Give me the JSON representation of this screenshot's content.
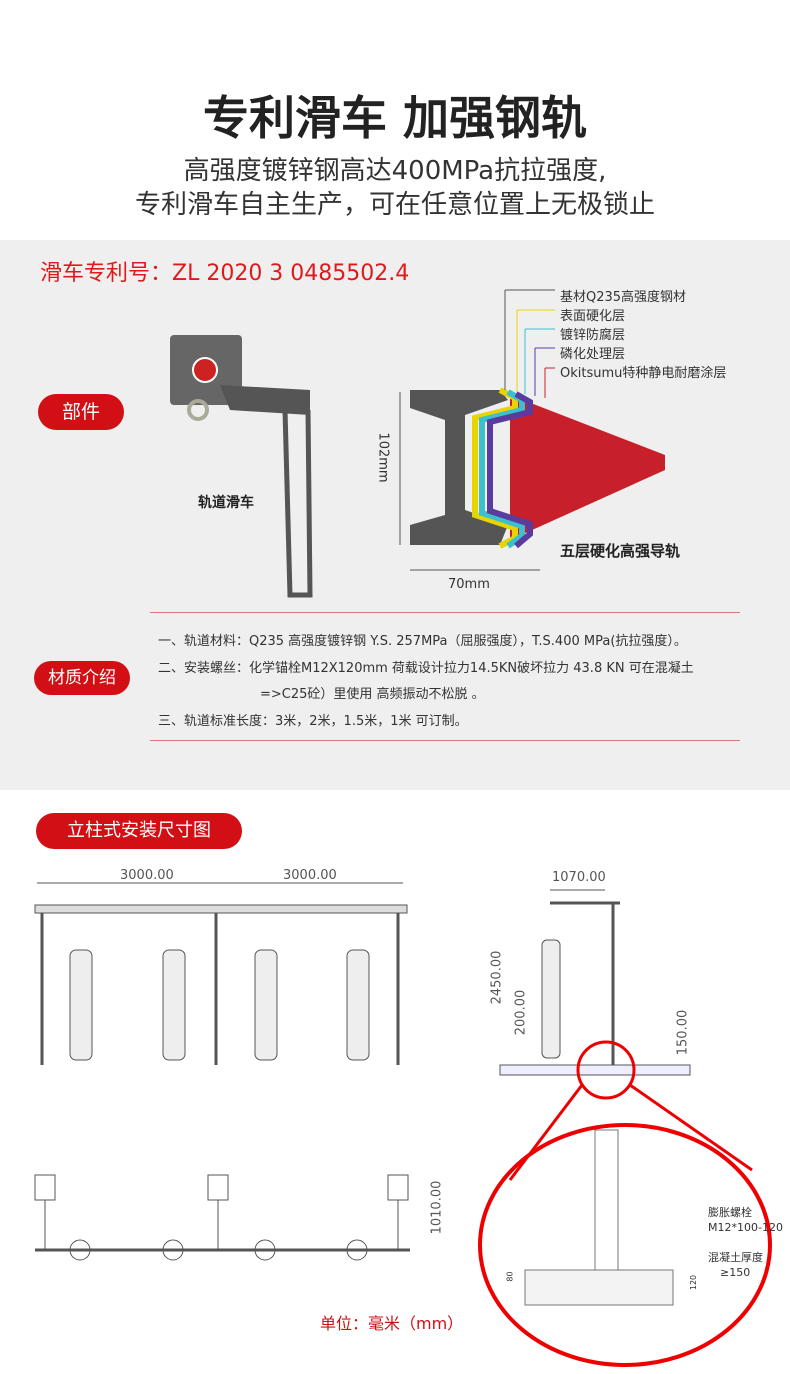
{
  "header": {
    "title": "专利滑车 加强钢轨",
    "subtitle_1": "高强度镀锌钢高达400MPa抗拉强度,",
    "subtitle_2": "专利滑车自主生产，可在任意位置上无极锁止"
  },
  "parts": {
    "patent": "滑车专利号：ZL 2020 3 0485502.4",
    "badge": "部件",
    "trolley_label": "轨道滑车",
    "rail_caption": "五层硬化高强导轨",
    "height_dim": "102mm",
    "width_dim": "70mm",
    "layers": [
      {
        "label": "基材Q235高强度钢材",
        "color": "#555555"
      },
      {
        "label": "表面硬化层",
        "color": "#e8d400"
      },
      {
        "label": "镀锌防腐层",
        "color": "#3cc0d0"
      },
      {
        "label": "磷化处理层",
        "color": "#5a3ca0"
      },
      {
        "label": "Okitsumu特种静电耐磨涂层",
        "color": "#c8202a"
      }
    ]
  },
  "materials": {
    "badge": "材质介绍",
    "lines": [
      "一、轨道材料：Q235 高强度镀锌钢  Y.S. 257MPa（屈服强度），T.S.400 MPa(抗拉强度）。",
      "二、安装螺丝：化学锚栓M12X120mm  荷载设计拉力14.5KN破坏拉力 43.8 KN 可在混凝土",
      "=>C25砼）里使用 高频振动不松脱 。",
      "三、轨道标准长度：3米，2米，1.5米，1米  可订制。"
    ]
  },
  "install": {
    "badge": "立柱式安装尺寸图",
    "dim_span_1": "3000.00",
    "dim_span_2": "3000.00",
    "dim_side_width": "1070.00",
    "dim_height": "2450.00",
    "dim_bag": "200.00",
    "dim_base": "150.00",
    "dim_plan": "1010.00",
    "detail": {
      "bolt_label": "膨胀螺栓",
      "bolt_spec": "M12*100-120",
      "concrete_label": "混凝土厚度",
      "concrete_spec": "≥150",
      "dim_80": "80",
      "dim_120": "120"
    },
    "unit": "单位：毫米（mm）"
  },
  "colors": {
    "accent": "#d10f14"
  }
}
